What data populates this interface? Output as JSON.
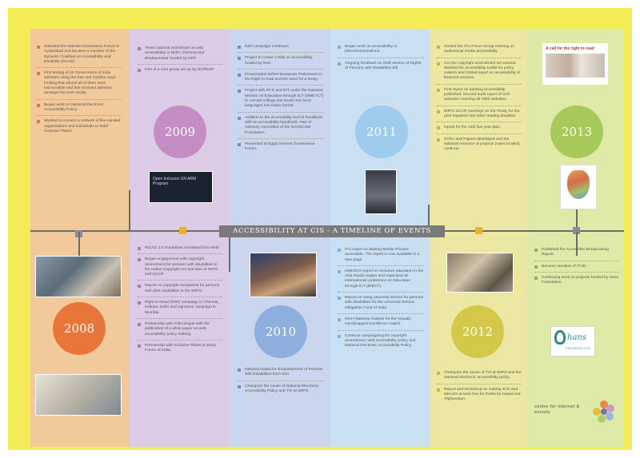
{
  "banner": "ACCESSIBILITY AT CIS - A TIMELINE OF EVENTS",
  "colors": {
    "frame": "#f4ec56",
    "col_2008": "#f2c99a",
    "col_2009": "#dccbe6",
    "col_2010": "#c9d6ee",
    "col_2011": "#c9e0f2",
    "col_2012": "#ece8a4",
    "col_2013": "#dfeaa8",
    "circle_2008": "#e8763a",
    "circle_2009": "#c48ec4",
    "circle_2010": "#8eaedd",
    "circle_2011": "#9fcbec",
    "circle_2012": "#d4c84a",
    "circle_2013": "#a7c95a"
  },
  "years": {
    "y2008": "2008",
    "y2009": "2009",
    "y2010": "2010",
    "y2011": "2011",
    "y2012": "2012",
    "y2013": "2013"
  },
  "col2008": {
    "top": [
      "Attended the Internet Governance Forum in Hyderabad and became a member of the Dynamic Coalition on Accessibility and Disability (DCAD).",
      "First testing of 22 Government of India websites using the free tool Cynthia Says. Finding that almost all of them were inaccessible and this received attention amongst the print media.",
      "Began work on National Electronic Accessibility Policy.",
      "Worked to connect a network of like-minded organisations and individuals to build Inclusive Planet."
    ]
  },
  "col2009": {
    "top": [
      "Three national workshops on web accessibility in Delhi, Chennai and Bhubaneswar funded by NIXI.",
      "Part of a core group set up by NCPEDP."
    ],
    "bottom": [
      "WCAG 2.0 Guidelines translated into Hindi.",
      "Began engagement with copyright amendment for persons with disabilities in the Indian Copyright Act and also at WIPO and SCCR.",
      "Report on copyright exceptions for persons with print disabilities in the WIPO.",
      "Right to Read (R2R) campaign in Chennai, Kolkata, Delhi and signature campaign in Mumbai.",
      "Partnership with G3ict began with the publication of a white paper on web accessibility policy making.",
      "Partnership with Inclusive Planet & Daisy Forum of India."
    ],
    "photo_caption": "Open Inclusion UN ARM Program"
  },
  "col2010": {
    "top": [
      "R2R campaign continues.",
      "Project to create a Wiki on accessibility funded by NIXI.",
      "Presentation before European Parliament on the Right to read and the need for a treaty.",
      "Project with IIT-K and DIT under the National Mission on Education through ICT (NME-ICT) to convert college text books into local languages into Daisy format.",
      "Addition to the accessibility tool kit handbook with an accessibility handbook. Part of Advisory committee of the NASSCOM Foundation.",
      "Presented at Egypt Internet Governance Forum."
    ],
    "bottom": [
      "National Award for Empowerment of Persons with Disabilities from GOI.",
      "Champion the cause of National Electronic Accessibility Policy and TVI at WIPO."
    ]
  },
  "col2011": {
    "top": [
      "Began work on accessibility in telecommunications.",
      "Ongoing feedback on draft version of Rights of Persons with Disabilities Bill."
    ],
    "bottom": [
      "ITU report on Making Mobile Phones accessible. The report is now available in a new page.",
      "UNESCO report on Inclusive education in the Asia Pacific region and organised an international conference on Education through ICT (IDECT).",
      "Report on using universal service for persons with disabilities for the Universal Service Obligation Fund of India.",
      "NIVH National Institute for the Visually Handicapped Excellence Award.",
      "Continue campaigning for copyright amendment, web accessibility policy and National Electronic Accessibility Policy."
    ]
  },
  "col2012": {
    "top": [
      "Hosted the ITU Focus Group meeting on audiovisual media accessibility.",
      "Got the copyright amendment we wanted. Worked the accessibility toolkit for policy makers and Global report on accessibility of financial services.",
      "First report on banking accessibility published. Second audit report of GOI websites covering all 7800 websites.",
      "WIPO SCCR meetings on the Treaty for the print impaired and other reading disabled.",
      "Inputs for the 12th five year plan.",
      "NVDA and Papers developed and the National resource of projects (Hans funded) continue."
    ],
    "bottom": [
      "Champion the cause of TVI at WIPO and the National electronic accessibility policy.",
      "Report and Workshop on making ICTs and telecom access free for PwDs for Nepal and Afghanistan."
    ]
  },
  "col2013": {
    "bottom": [
      "Published the Accessible Broadcasting Report.",
      "Became member of ITUD.",
      "Continuing work on projects funded by Hans Foundation."
    ],
    "logo_text": "hans",
    "logo_sub": "FOUNDATION",
    "footer_logo": "centre for internet & society",
    "clip_caption": "A call for the right to read"
  }
}
